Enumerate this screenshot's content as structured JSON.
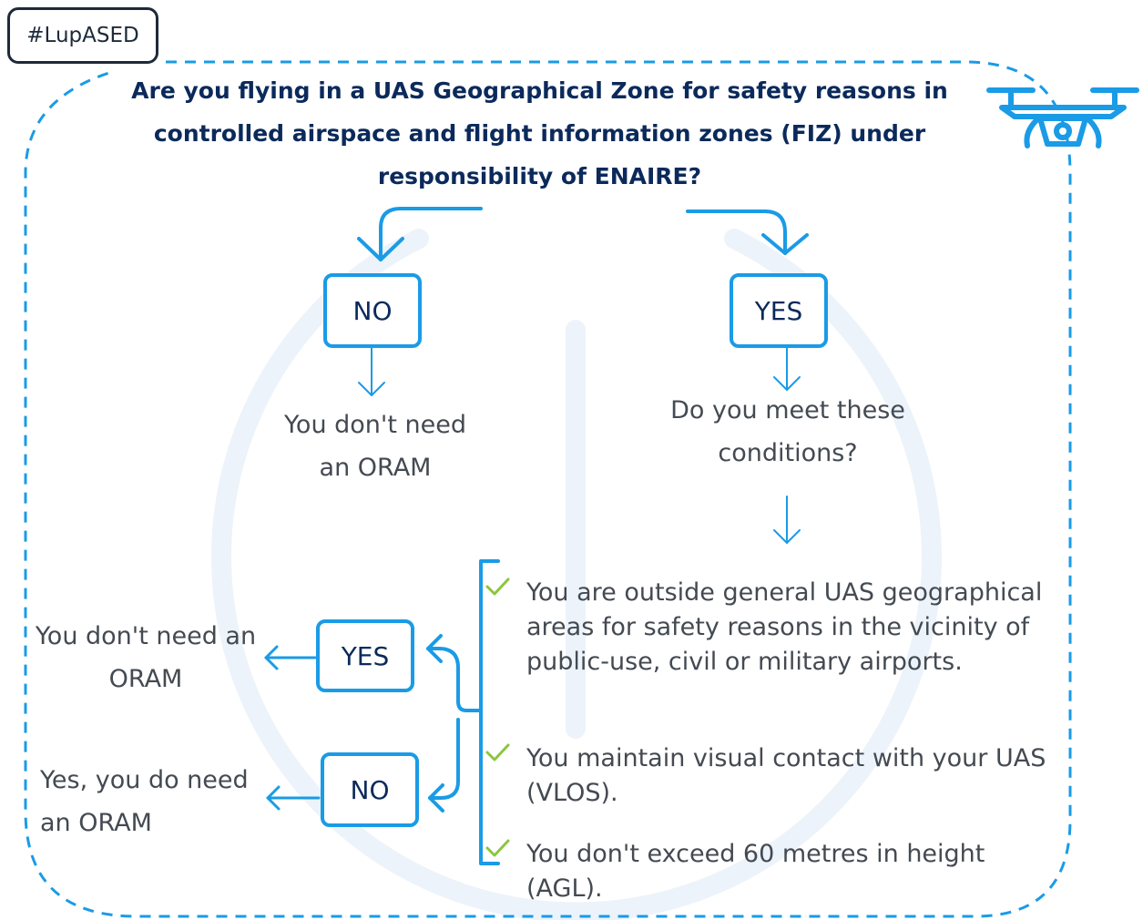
{
  "tag": "#LupASED",
  "question": "Are you flying in a UAS Geographical Zone for safety reasons in controlled airspace and flight information zones (FIZ) under responsibility of ENAIRE?",
  "branch_no": {
    "label": "NO",
    "result": "You don't need an ORAM"
  },
  "branch_yes": {
    "label": "YES",
    "prompt": "Do you meet these conditions?"
  },
  "conditions": [
    "You are outside general UAS geographical areas for safety reasons in the vicinity of public-use, civil or military airports.",
    "You maintain visual contact with your UAS (VLOS).",
    "You don't exceed 60 metres in height (AGL)."
  ],
  "outcome_yes": {
    "label": "YES",
    "result": "You don't need an ORAM"
  },
  "outcome_no": {
    "label": "NO",
    "result": "Yes, you do need an ORAM"
  },
  "colors": {
    "accent": "#1a9be6",
    "title": "#0b2a5b",
    "text": "#444a52",
    "check": "#8cc63f",
    "watermark": "#edf3fa",
    "tag_border": "#1e2a3a"
  },
  "icons": [
    "drone-icon",
    "check-icon",
    "arrow-down-icon",
    "arrow-left-icon",
    "power-watermark-icon"
  ]
}
